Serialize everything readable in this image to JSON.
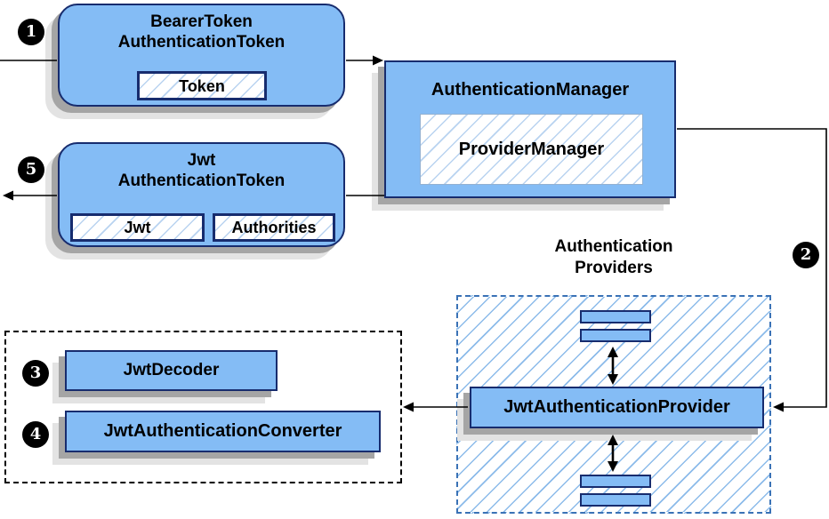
{
  "steps": {
    "s1": "1",
    "s2": "2",
    "s3": "3",
    "s4": "4",
    "s5": "5"
  },
  "nodes": {
    "bearer_token": {
      "title_line1": "BearerToken",
      "title_line2": "AuthenticationToken",
      "field": "Token"
    },
    "authentication_manager": {
      "title": "AuthenticationManager",
      "implementation": "ProviderManager"
    },
    "jwt_authentication_token": {
      "title_line1": "Jwt",
      "title_line2": "AuthenticationToken",
      "field_jwt": "Jwt",
      "field_authorities": "Authorities"
    },
    "authentication_providers": {
      "caption_line1": "Authentication",
      "caption_line2": "Providers",
      "provider": "JwtAuthenticationProvider"
    },
    "jwt_decoder": "JwtDecoder",
    "jwt_authentication_converter": "JwtAuthenticationConverter"
  },
  "colors": {
    "node_fill": "#84bcf5",
    "node_border": "#172c6e",
    "hatch_light": "#b9d3f0",
    "hatch_panel": "#8cbbea",
    "panel_dash": "#3a72b6",
    "shadow_dark": "#a5a5a5",
    "shadow_light": "#e3e3e3",
    "connector": "#000000"
  }
}
